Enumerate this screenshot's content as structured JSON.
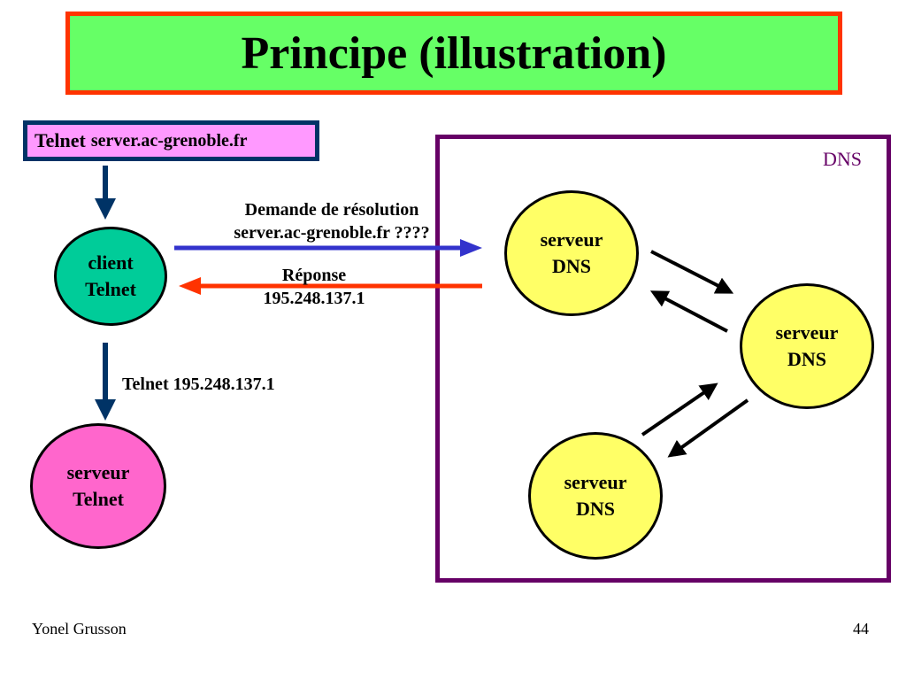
{
  "title": "Principe (illustration)",
  "command": {
    "keyword": "Telnet",
    "host": "server.ac-grenoble.fr"
  },
  "client": {
    "line1": "client",
    "line2": "Telnet"
  },
  "server_telnet": {
    "line1": "serveur",
    "line2": "Telnet"
  },
  "request": {
    "line1": "Demande de résolution",
    "line2": "server.ac-grenoble.fr ????"
  },
  "response": {
    "line1": "Réponse",
    "line2": "195.248.137.1"
  },
  "telnet_ip": "Telnet 195.248.137.1",
  "dns_zone": {
    "label": "DNS",
    "servers": [
      {
        "line1": "serveur",
        "line2": "DNS"
      },
      {
        "line1": "serveur",
        "line2": "DNS"
      },
      {
        "line1": "serveur",
        "line2": "DNS"
      }
    ]
  },
  "colors": {
    "title_bg": "#66ff66",
    "title_border": "#ff3300",
    "command_bg": "#ff99ff",
    "command_border": "#003366",
    "client": "#00cc99",
    "server_telnet": "#ff66cc",
    "dns_server": "#ffff66",
    "dns_frame": "#660066",
    "request_arrow": "#3333cc",
    "response_arrow": "#ff3300",
    "flow_arrow": "#003366"
  },
  "footer": {
    "author": "Yonel Grusson",
    "page": "44"
  }
}
